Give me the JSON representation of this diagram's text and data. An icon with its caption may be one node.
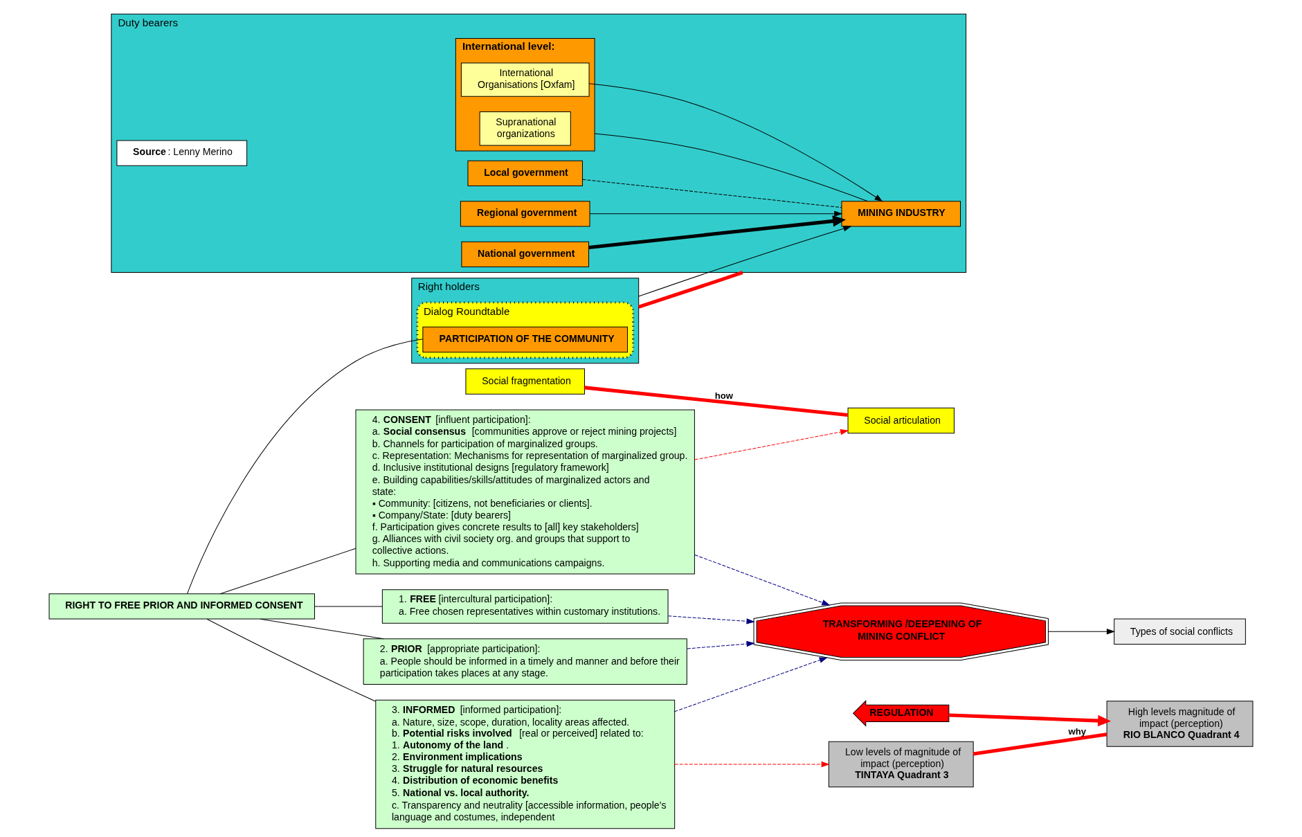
{
  "diagram": {
    "nodes": [
      {
        "text": [
          "Right holders"
        ]
      },
      {
        "text": [
          "Dialog Roundtable"
        ],
        "in": 0
      },
      {
        "text": [
          "PARTICIPATION OF THE COMMUNITY"
        ],
        "in": 1
      },
      {
        "text": [
          "RIGHT TO FREE PRIOR AND INFORMED CONSENT"
        ]
      },
      {
        "text": [
          "1. **FREE** [intercultural participation]:",
          "a. Free chosen representatives within customary institutions."
        ]
      },
      {
        "text": [
          "2. **PRIOR** [appropriate participation]:",
          "a. People should be informed in a timely and manner and before their participation takes places at any stage."
        ]
      },
      {
        "text": [
          "3. **INFORMED** [informed participation]:",
          "a. Nature, size, scope, duration, locality areas affected.",
          "b. **Potential risks involved** [real or perceived] related to:",
          "1. **Autonomy of the land**.",
          "2. **Environment implications**",
          "3. **Struggle for natural resources**",
          "4. **Distribution of economic benefits**",
          "5. **National vs. local authority.**",
          "c. Transparency and neutrality [accessible information, people’s language and costumes, independent"
        ]
      },
      {
        "text": [
          "4. **CONSENT** [influent participation]:",
          "a. **Social consensus** [communities approve or reject mining projects]",
          "b. Channels for participation of marginalized groups.",
          "c. Representation: Mechanisms for representation of marginalized group.",
          "d. Inclusive institutional designs [regulatory framework]",
          "e. Building capabilities/skills/attitudes of marginalized actors and state:",
          "▪ Community: [citizens, not beneficiaries or clients].",
          "▪ Company/State: [duty bearers]",
          "f. Participation gives concrete results to [all] key stakeholders]",
          "g. Alliances with civil society org. and groups that support to collective actions.",
          "h. Supporting media and communications campaigns."
        ]
      },
      {
        "text": [
          "TRANSFORMING /DEEPENING OF MINING CONFLICT"
        ]
      },
      {
        "text": [
          "Types of social conflicts"
        ]
      },
      {
        "text": [
          "Social fragmentation"
        ]
      },
      {
        "text": [
          "Low levels of magnitude of impact (perception)",
          "**TINTAYA Quadrant 3**"
        ]
      },
      {
        "text": [
          "High levels magnitude of impact (perception)",
          "**RIO BLANCO Quadrant 4**"
        ]
      },
      {
        "text": [
          "Social articulation"
        ]
      },
      {
        "text": [
          "Duty bearers"
        ]
      },
      {
        "text": [
          "MINING INDUSTRY"
        ],
        "in": 14
      },
      {
        "text": [
          "Local government"
        ],
        "in": 14
      },
      {
        "text": [
          "Regional government"
        ],
        "in": 14
      },
      {
        "text": [
          "National government"
        ],
        "in": 14
      },
      {
        "text": [
          "International level:"
        ],
        "in": 14
      },
      {
        "text": [
          "Supranational organizations"
        ],
        "in": 19
      },
      {
        "text": [
          "International Organisations [Oxfam]"
        ],
        "in": 19
      },
      {
        "text": [
          "REGULATION"
        ]
      },
      {
        "text": [
          "**Source**: Lenny Merino"
        ],
        "in": 14
      }
    ],
    "edges": [
      {
        "from": 0,
        "to": 14,
        "arrow": "none",
        "style": "thick",
        "color": "#ff0000"
      },
      {
        "from": 0,
        "to": 15,
        "arrow": "to"
      },
      {
        "from": 3,
        "to": 2,
        "arrow": "none"
      },
      {
        "from": 3,
        "to": 4,
        "arrow": "none"
      },
      {
        "from": 3,
        "to": 5,
        "arrow": "none"
      },
      {
        "from": 3,
        "to": 6,
        "arrow": "none"
      },
      {
        "from": 3,
        "to": 7,
        "arrow": "none"
      },
      {
        "from": 4,
        "to": 8,
        "arrow": "to",
        "style": "dashed",
        "color": "#000080"
      },
      {
        "from": 5,
        "to": 8,
        "arrow": "to",
        "style": "dashed",
        "color": "#000080"
      },
      {
        "from": 6,
        "to": 8,
        "arrow": "to",
        "style": "dashed",
        "color": "#000080"
      },
      {
        "from": 7,
        "to": 8,
        "arrow": "to",
        "style": "dashed",
        "color": "#000080"
      },
      {
        "from": 8,
        "to": 9,
        "arrow": "to"
      },
      {
        "from": 6,
        "to": 11,
        "arrow": "to",
        "style": "dashed",
        "color": "#ff0000"
      },
      {
        "from": 7,
        "to": 13,
        "arrow": "to",
        "style": "dashed",
        "color": "#ff0000"
      },
      {
        "from": 10,
        "to": 13,
        "label": "how",
        "arrow": "none",
        "style": "thick",
        "color": "#ff0000"
      },
      {
        "from": 11,
        "to": 12,
        "label": "why",
        "arrow": "none",
        "style": "thick",
        "color": "#ff0000"
      },
      {
        "from": 22,
        "to": 12,
        "arrow": "to",
        "style": "thick",
        "color": "#ff0000"
      },
      {
        "from": 16,
        "to": 15,
        "arrow": "none",
        "style": "dashed"
      },
      {
        "from": 17,
        "to": 15,
        "arrow": "to"
      },
      {
        "from": 18,
        "to": 15,
        "arrow": "to",
        "style": "thick"
      },
      {
        "from": 19,
        "to": 15,
        "arrow": "none"
      },
      {
        "from": 21,
        "to": 15,
        "arrow": "to"
      }
    ]
  }
}
